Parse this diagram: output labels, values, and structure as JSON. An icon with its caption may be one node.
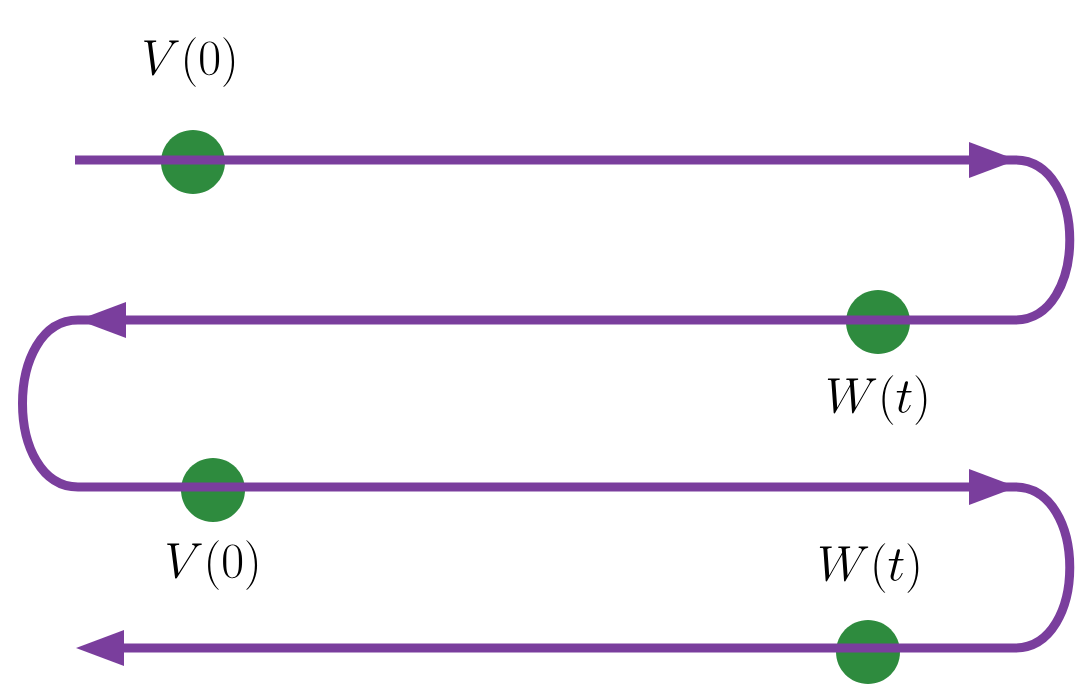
{
  "diagram": {
    "nodes": [
      {
        "text": [],
        "shape": "circle",
        "beside": [
          "V(0)"
        ]
      },
      {
        "text": [],
        "shape": "circle",
        "beside": [
          "W(t)"
        ]
      },
      {
        "text": [],
        "shape": "circle",
        "beside": [
          "V(0)"
        ]
      },
      {
        "text": [],
        "shape": "circle",
        "beside": [
          "W(t)"
        ]
      }
    ]
  }
}
